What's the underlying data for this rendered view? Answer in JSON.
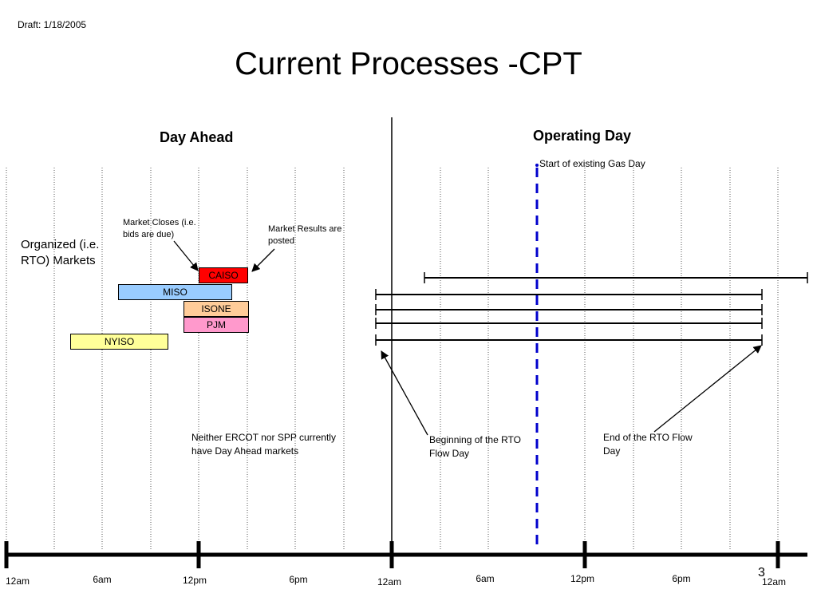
{
  "slide": {
    "draft": "Draft: 1/18/2005",
    "title": "Current Processes -CPT",
    "page_number": "3"
  },
  "sections": {
    "day_ahead": "Day Ahead",
    "operating_day": "Operating Day"
  },
  "annotations": {
    "gas_day": "Start of existing Gas Day",
    "market_closes": "Market Closes (i.e. bids are due)",
    "market_results": "Market Results are posted",
    "organized": "Organized (i.e. RTO) Markets",
    "neither": "Neither ERCOT nor SPP currently have Day Ahead markets",
    "beginning": "Beginning of the RTO Flow Day",
    "end": "End of the RTO Flow Day"
  },
  "markets": {
    "caiso": {
      "label": "CAISO",
      "color": "#ff0000"
    },
    "miso": {
      "label": "MISO",
      "color": "#99ccff"
    },
    "isone": {
      "label": "ISONE",
      "color": "#ffcc99"
    },
    "pjm": {
      "label": "PJM",
      "color": "#ff99cc"
    },
    "nyiso": {
      "label": "NYISO",
      "color": "#ffff99"
    }
  },
  "timeline": {
    "ticks": [
      "12am",
      "6am",
      "12pm",
      "6pm",
      "12am",
      "6am",
      "12pm",
      "6pm",
      "12am"
    ],
    "gas_day_line_color": "#0000cc"
  }
}
